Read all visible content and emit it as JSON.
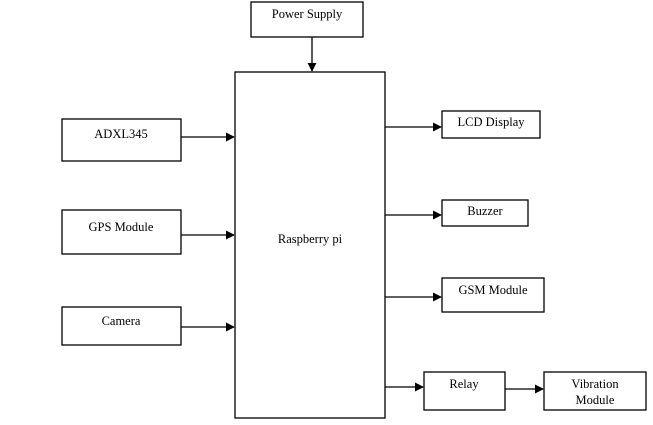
{
  "blocks": {
    "power_supply": "Power Supply",
    "adxl345": "ADXL345",
    "gps_module": "GPS Module",
    "camera": "Camera",
    "raspberry_pi": "Raspberry pi",
    "lcd_display": "LCD Display",
    "buzzer": "Buzzer",
    "gsm_module": "GSM Module",
    "relay": "Relay",
    "vibration_module_line1": "Vibration",
    "vibration_module_line2": "Module"
  }
}
